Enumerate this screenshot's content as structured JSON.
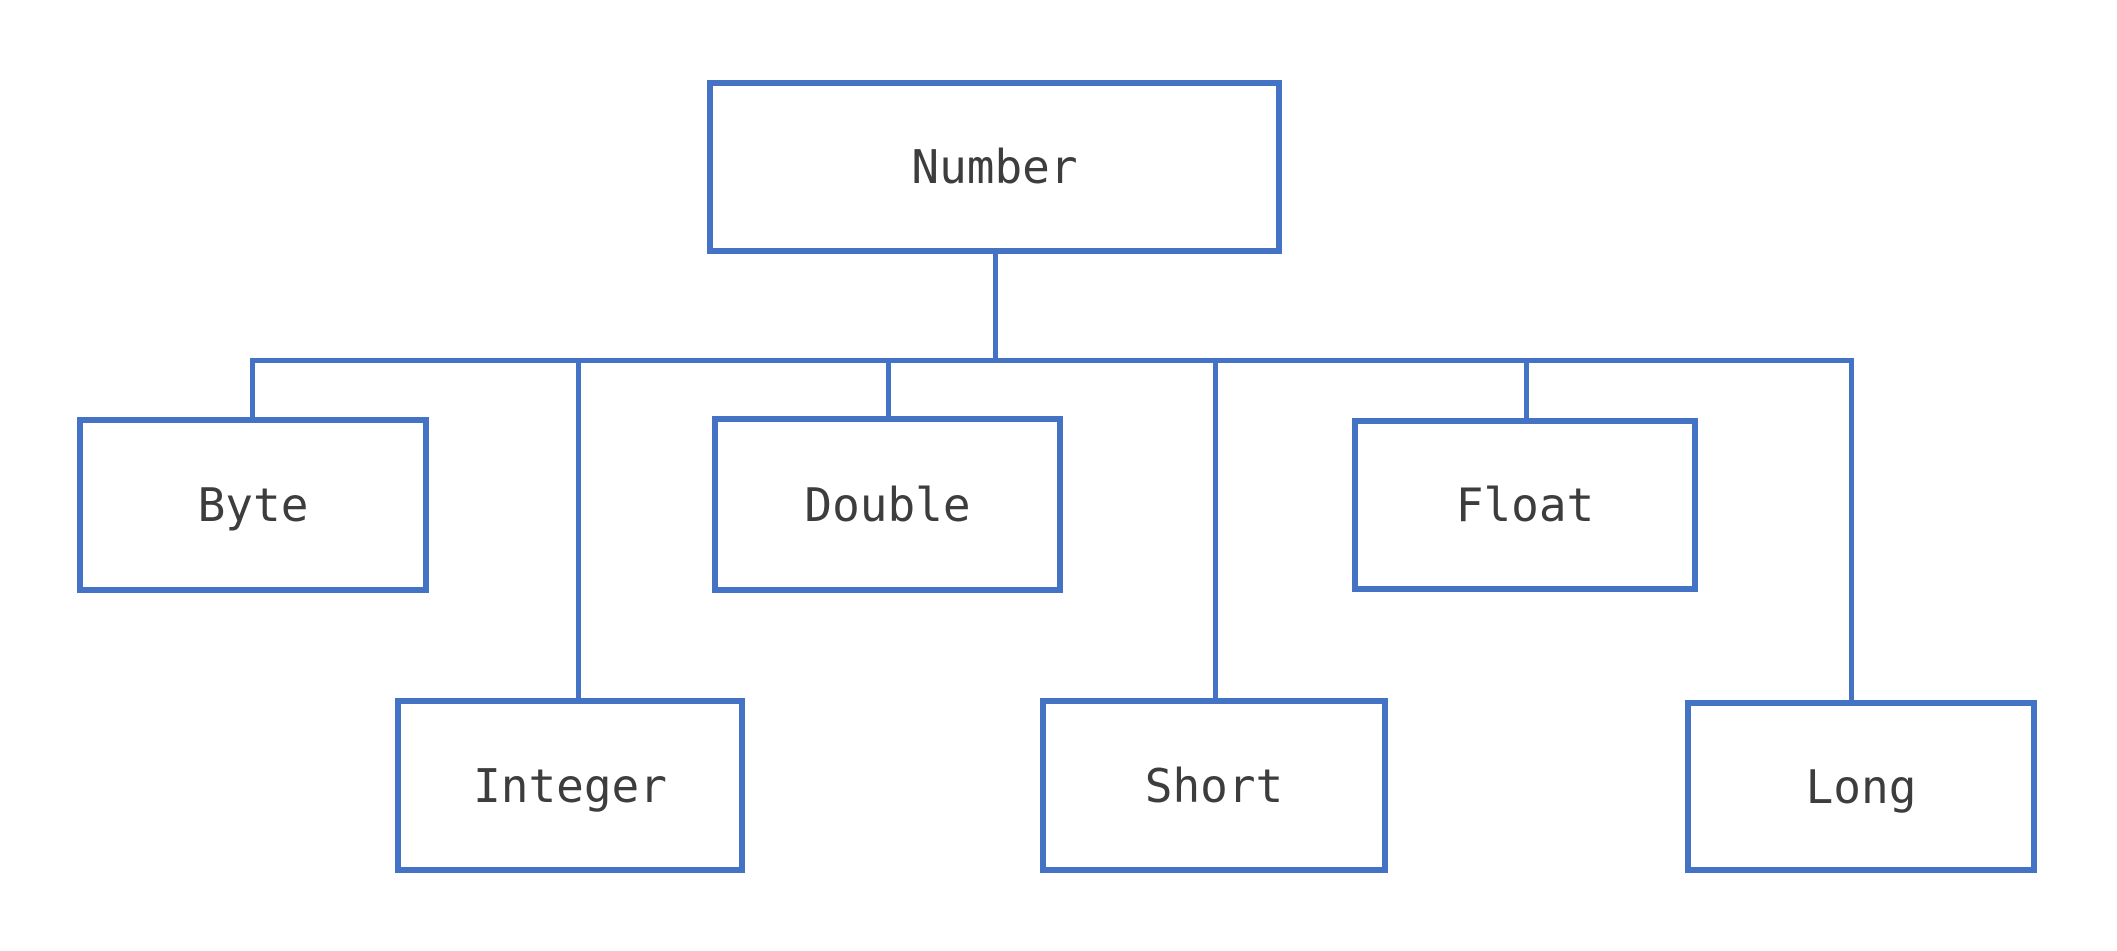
{
  "diagram": {
    "root": {
      "label": "Number"
    },
    "children": [
      {
        "label": "Byte"
      },
      {
        "label": "Integer"
      },
      {
        "label": "Double"
      },
      {
        "label": "Short"
      },
      {
        "label": "Float"
      },
      {
        "label": "Long"
      }
    ],
    "colors": {
      "line": "#4472C4",
      "text": "#3D3D3D",
      "background": "#FFFFFF"
    }
  }
}
